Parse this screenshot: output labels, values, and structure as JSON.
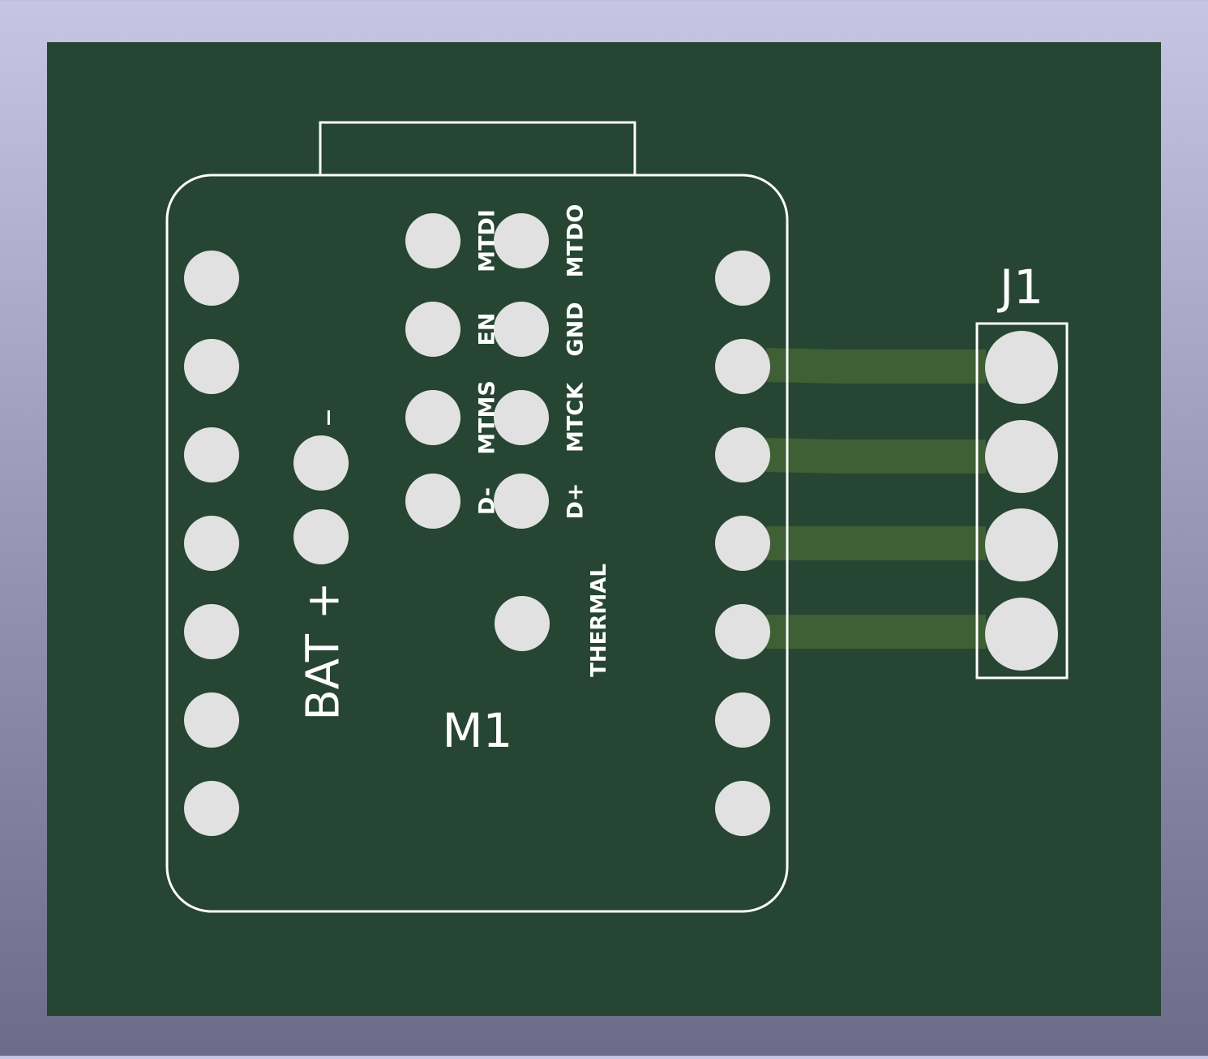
{
  "board": {
    "substrate_color": "#264532",
    "silkscreen_color": "#ffffff",
    "pad_color": "#e1e1e1",
    "trace_color": "#3f5f34"
  },
  "module": {
    "reference": "M1",
    "battery_label": "BAT +",
    "battery_minus_label": "–",
    "thermal_label": "THERMAL",
    "pad_labels": {
      "mtdi": "MTDI",
      "mtdo": "MTDO",
      "en": "EN",
      "gnd": "GND",
      "mtms": "MTMS",
      "mtck": "MTCK",
      "dminus": "D-",
      "dplus": "D+"
    }
  },
  "connector": {
    "reference": "J1",
    "pin_count": 4
  }
}
